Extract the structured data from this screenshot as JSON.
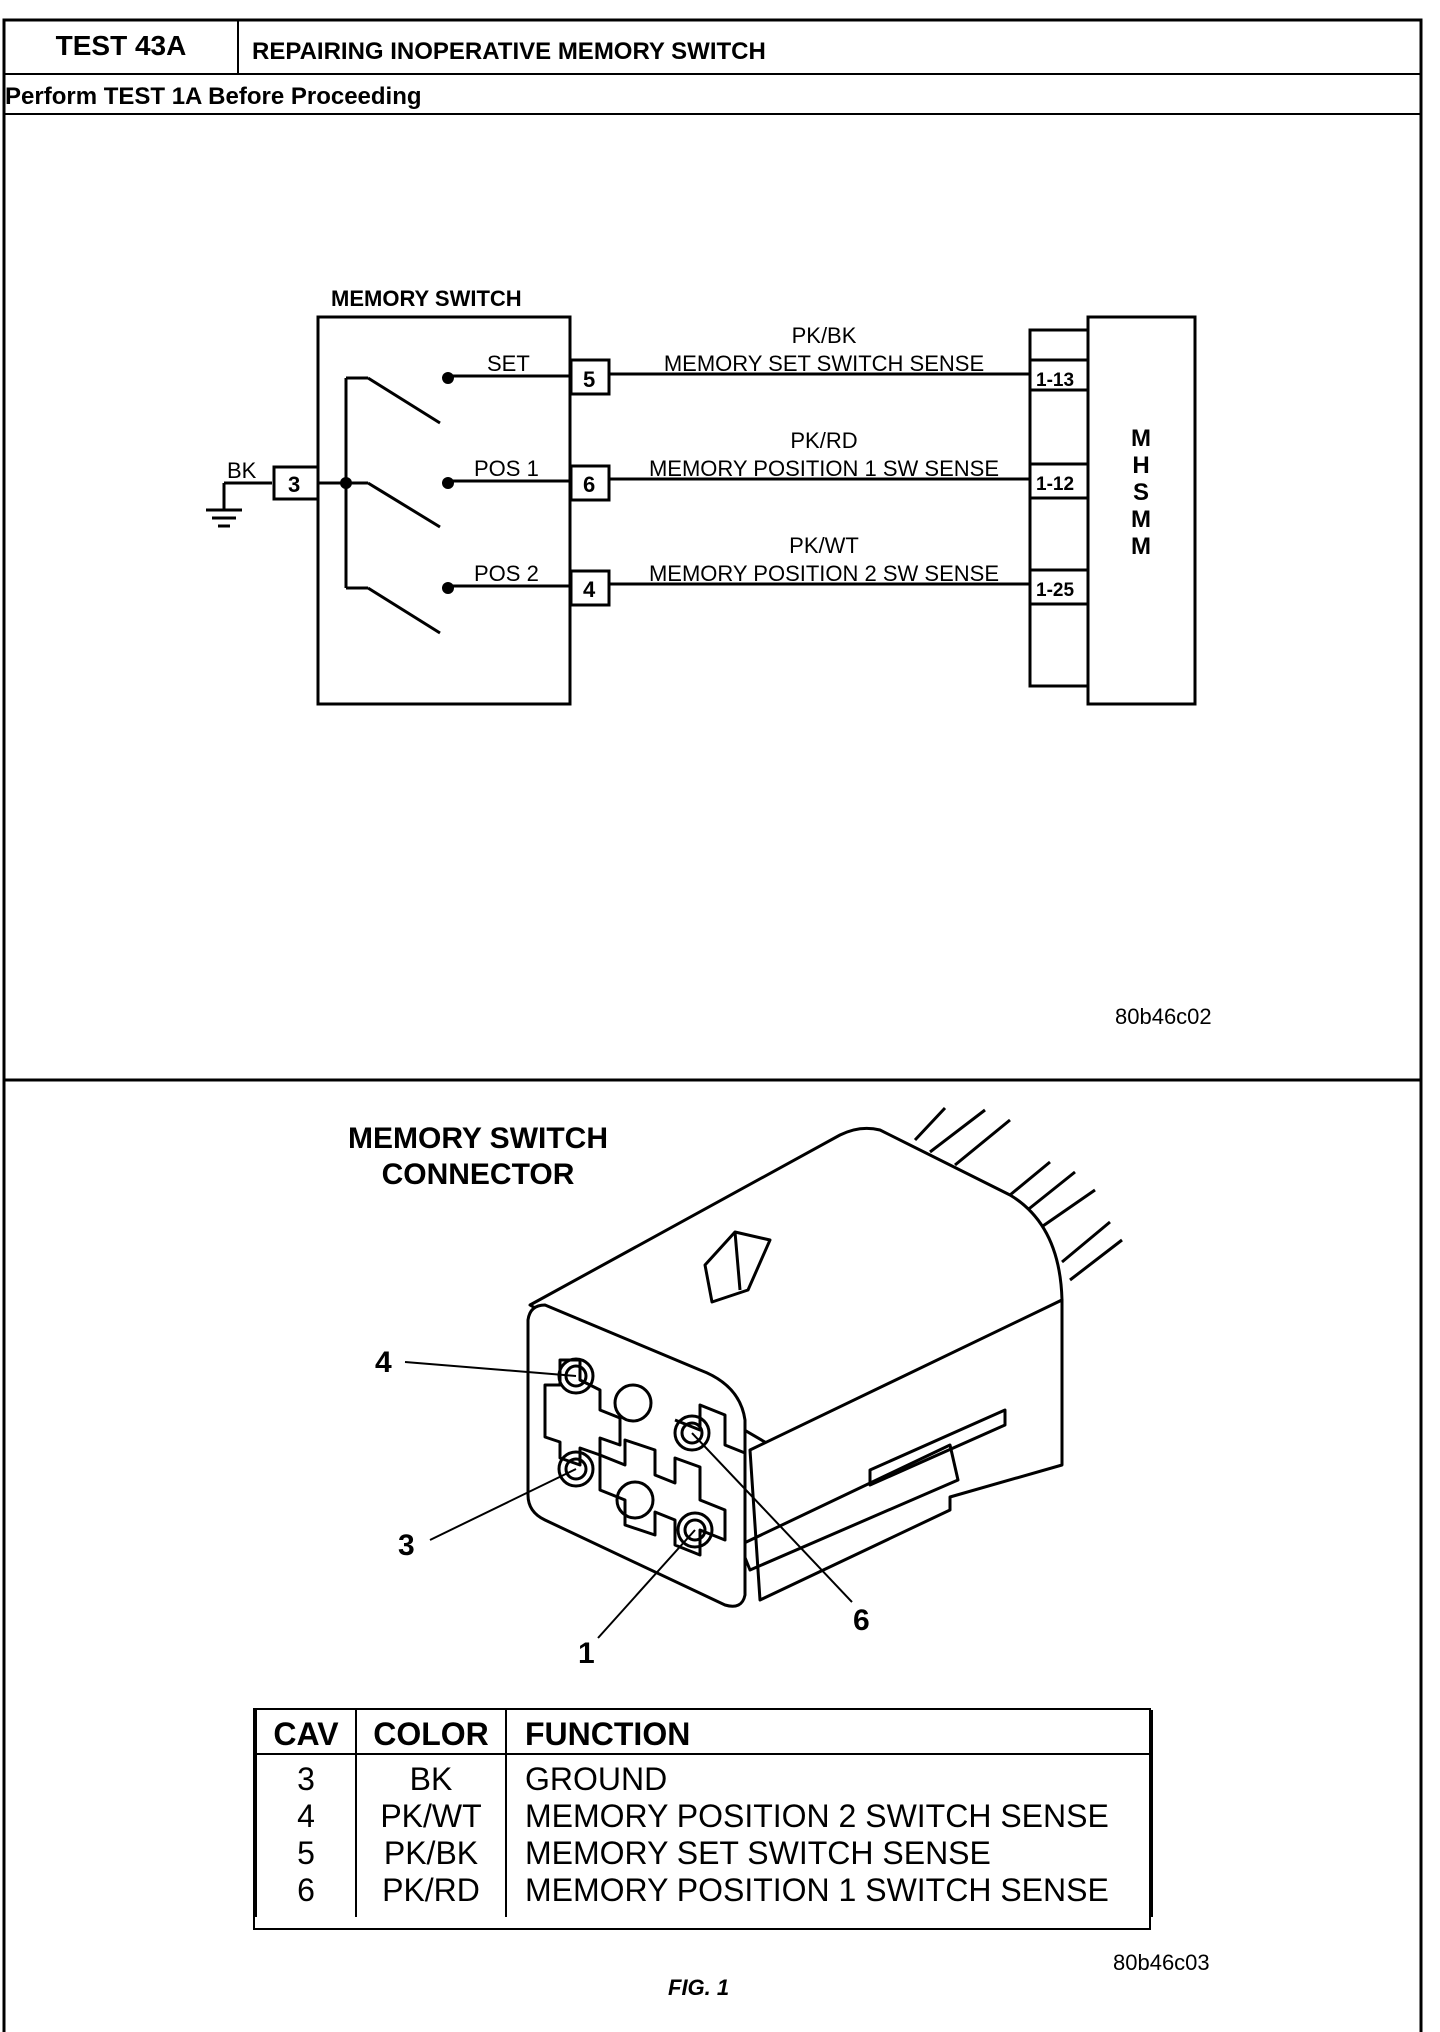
{
  "header": {
    "test_id": "TEST 43A",
    "title": "REPAIRING INOPERATIVE MEMORY SWITCH",
    "subtitle": "Perform TEST 1A Before Proceeding"
  },
  "wiring_diagram": {
    "switch_label": "MEMORY SWITCH",
    "ground_wire": "BK",
    "ground_cavity": "3",
    "circuits": [
      {
        "position": "SET",
        "cavity": "5",
        "color": "PK/BK",
        "description": "MEMORY SET SWITCH SENSE",
        "module_pin": "1-13"
      },
      {
        "position": "POS 1",
        "cavity": "6",
        "color": "PK/RD",
        "description": "MEMORY POSITION 1 SW SENSE",
        "module_pin": "1-12"
      },
      {
        "position": "POS 2",
        "cavity": "4",
        "color": "PK/WT",
        "description": "MEMORY POSITION 2 SW SENSE",
        "module_pin": "1-25"
      }
    ],
    "module_letters": [
      "M",
      "H",
      "S",
      "M",
      "M"
    ],
    "figure_code": "80b46c02"
  },
  "connector_view": {
    "title_line1": "MEMORY SWITCH",
    "title_line2": "CONNECTOR",
    "callouts": [
      "4",
      "3",
      "1",
      "6"
    ],
    "figure_code": "80b46c03",
    "figure_caption": "FIG. 1"
  },
  "cavity_table": {
    "headers": [
      "CAV",
      "COLOR",
      "FUNCTION"
    ],
    "rows": [
      {
        "cav": "3",
        "color": "BK",
        "function": "GROUND"
      },
      {
        "cav": "4",
        "color": "PK/WT",
        "function": "MEMORY POSITION 2 SWITCH SENSE"
      },
      {
        "cav": "5",
        "color": "PK/BK",
        "function": "MEMORY SET SWITCH SENSE"
      },
      {
        "cav": "6",
        "color": "PK/RD",
        "function": "MEMORY POSITION 1 SWITCH SENSE"
      }
    ]
  }
}
